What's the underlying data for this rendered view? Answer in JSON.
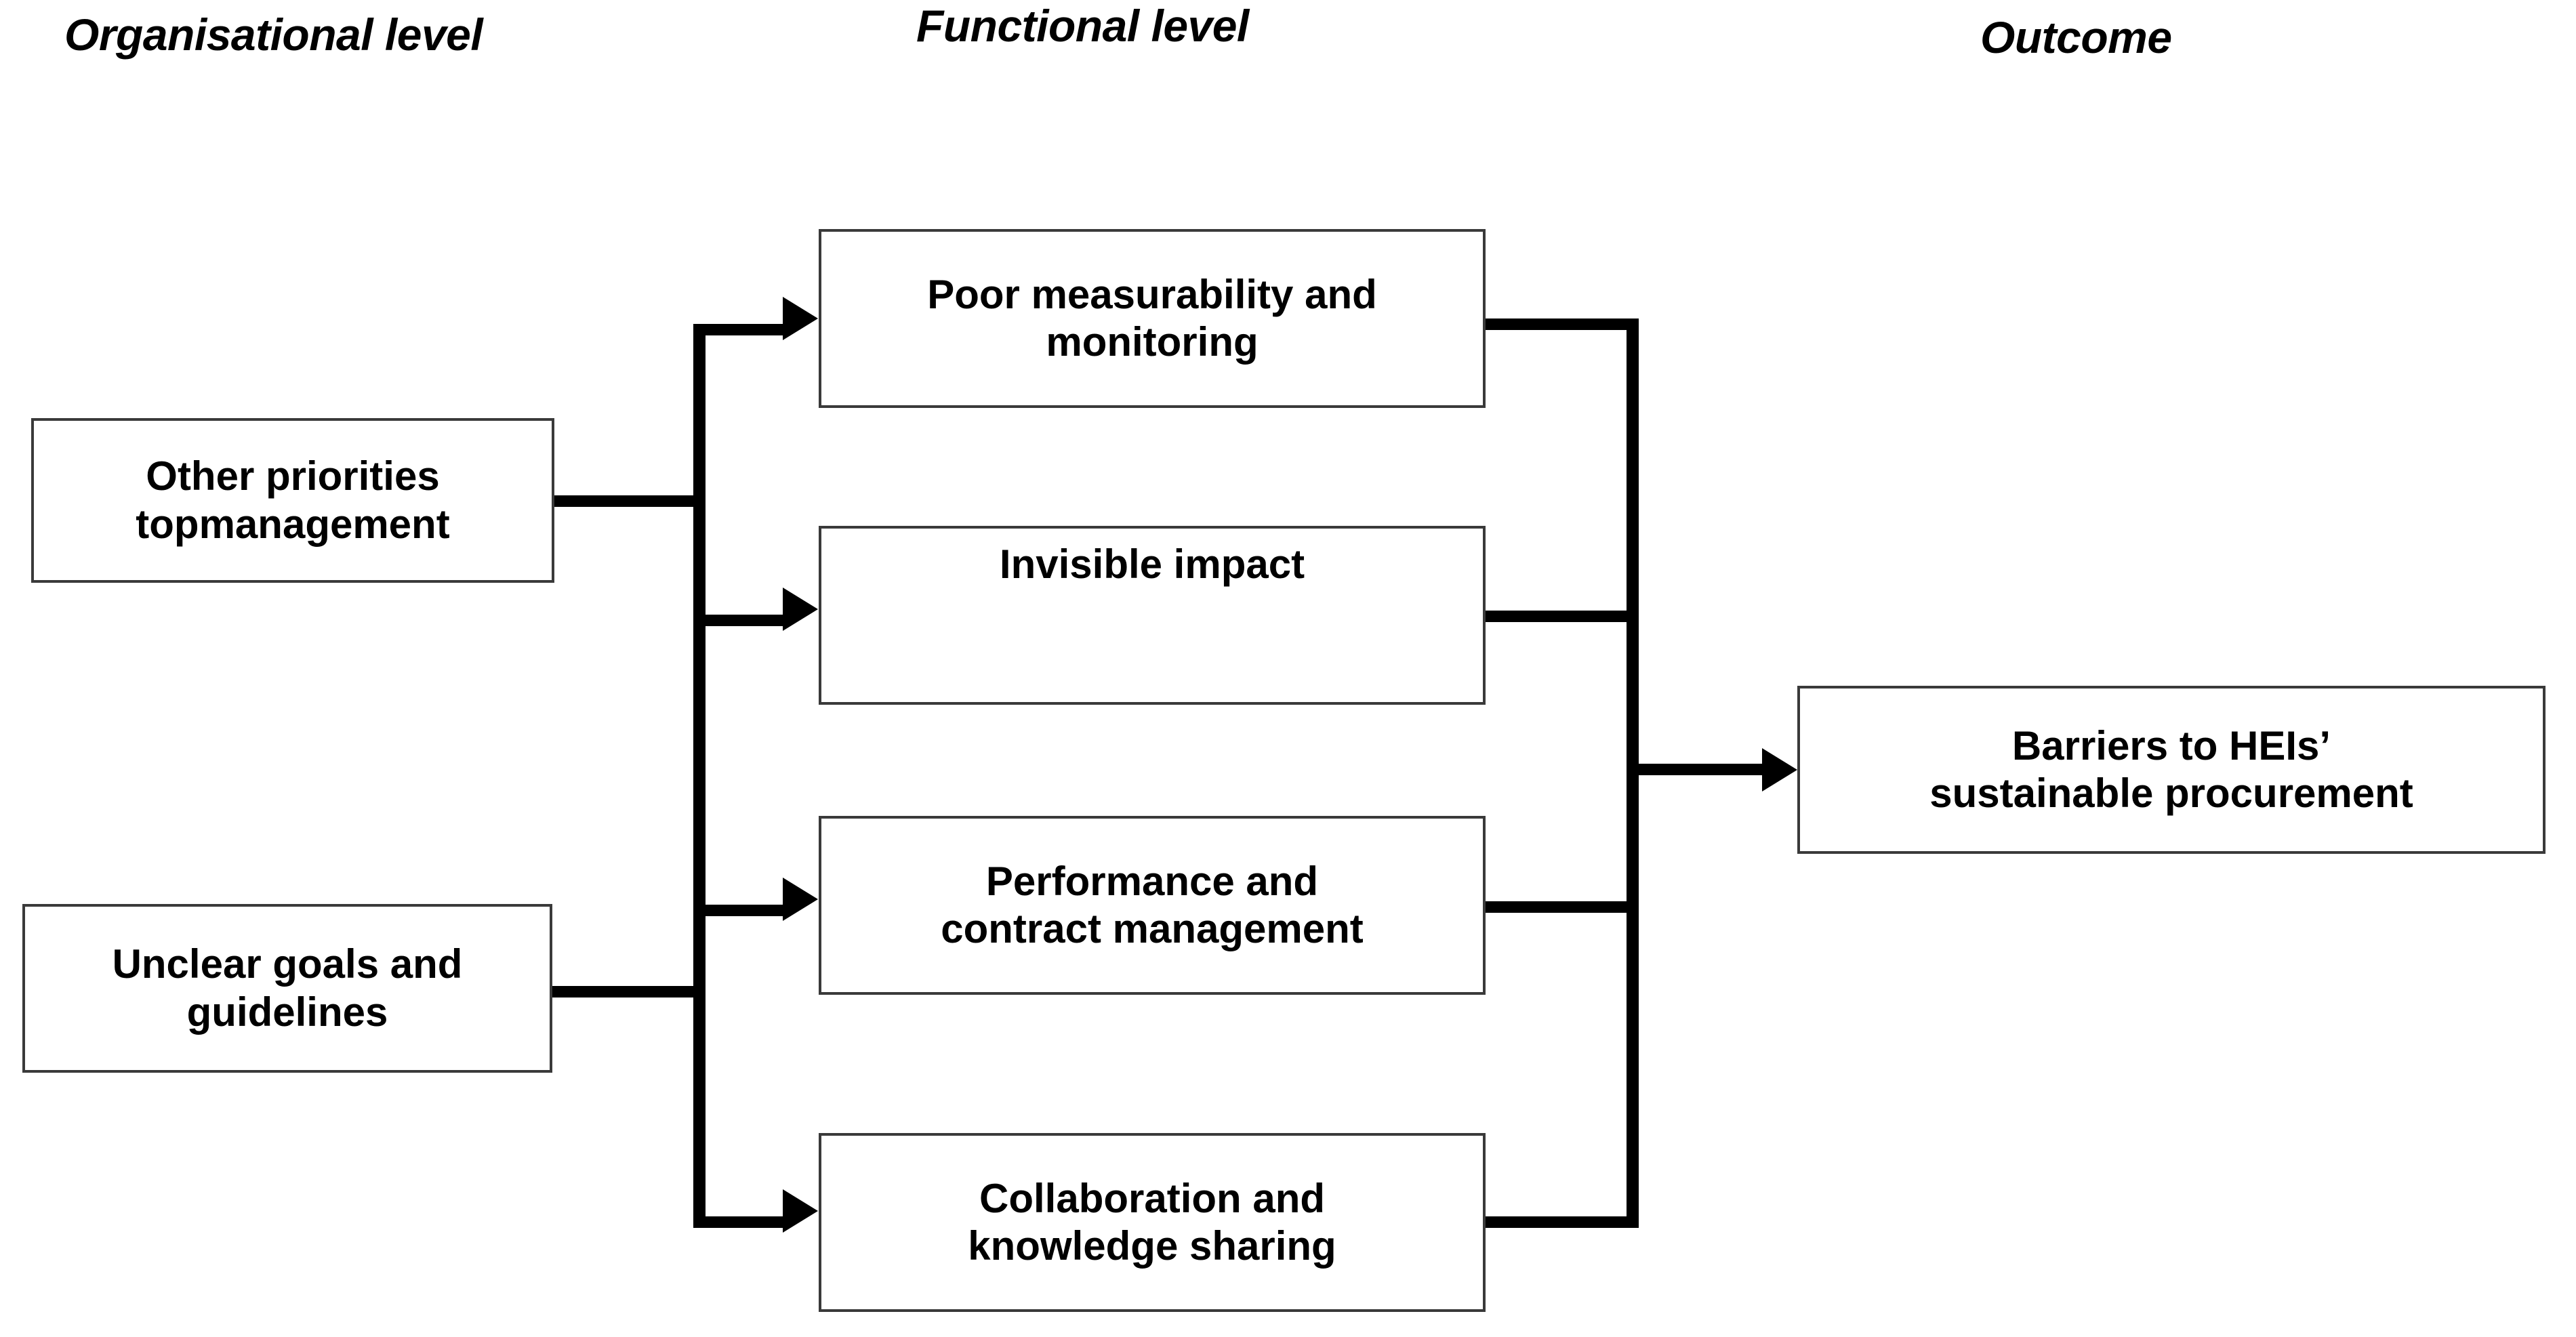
{
  "diagram": {
    "title_row": {
      "organisational": "Organisational level",
      "functional": "Functional level",
      "outcome": "Outcome"
    },
    "colors": {
      "line": "#000000",
      "box_border": "#3a3a3a",
      "box_fill": "#ffffff",
      "text": "#000000",
      "background": "#ffffff"
    },
    "organisational_level": {
      "heading": "Organisational level",
      "nodes": [
        {
          "id": "other-priorities",
          "line1": "Other priorities",
          "line2": "topmanagement"
        },
        {
          "id": "unclear-goals",
          "line1": "Unclear goals and",
          "line2": "guidelines"
        }
      ]
    },
    "functional_level": {
      "heading": "Functional level",
      "nodes": [
        {
          "id": "poor-measurability",
          "line1": "Poor measurability and",
          "line2": "monitoring"
        },
        {
          "id": "invisible-impact",
          "line1": "Invisible impact",
          "line2": ""
        },
        {
          "id": "performance-contract",
          "line1": "Performance and",
          "line2": "contract management"
        },
        {
          "id": "collaboration-knowledge",
          "line1": "Collaboration and",
          "line2": "knowledge sharing"
        }
      ]
    },
    "outcome_level": {
      "heading": "Outcome",
      "nodes": [
        {
          "id": "barriers-heis",
          "line1": "Barriers to HEIs’",
          "line2": "sustainable procurement"
        }
      ]
    },
    "connectors": [
      {
        "id": "other-priorities-to-bus",
        "kind": "line",
        "from": "other-priorities",
        "to": "left-bus"
      },
      {
        "id": "unclear-goals-to-bus",
        "kind": "line",
        "from": "unclear-goals",
        "to": "left-bus"
      },
      {
        "id": "left-bus",
        "kind": "bus",
        "orientation": "vertical"
      },
      {
        "id": "bus-to-poor-measurability",
        "kind": "arrow",
        "from": "left-bus",
        "to": "poor-measurability"
      },
      {
        "id": "bus-to-invisible-impact",
        "kind": "arrow",
        "from": "left-bus",
        "to": "invisible-impact"
      },
      {
        "id": "bus-to-performance-contract",
        "kind": "arrow",
        "from": "left-bus",
        "to": "performance-contract"
      },
      {
        "id": "bus-to-collaboration",
        "kind": "arrow",
        "from": "left-bus",
        "to": "collaboration-knowledge"
      },
      {
        "id": "poor-measurability-to-bus",
        "kind": "line",
        "from": "poor-measurability",
        "to": "right-bus"
      },
      {
        "id": "invisible-impact-to-bus",
        "kind": "line",
        "from": "invisible-impact",
        "to": "right-bus"
      },
      {
        "id": "performance-contract-to-bus",
        "kind": "line",
        "from": "performance-contract",
        "to": "right-bus"
      },
      {
        "id": "collaboration-to-bus",
        "kind": "line",
        "from": "collaboration-knowledge",
        "to": "right-bus"
      },
      {
        "id": "right-bus",
        "kind": "bus",
        "orientation": "vertical"
      },
      {
        "id": "bus-to-barriers-heis",
        "kind": "arrow",
        "from": "right-bus",
        "to": "barriers-heis"
      }
    ]
  }
}
